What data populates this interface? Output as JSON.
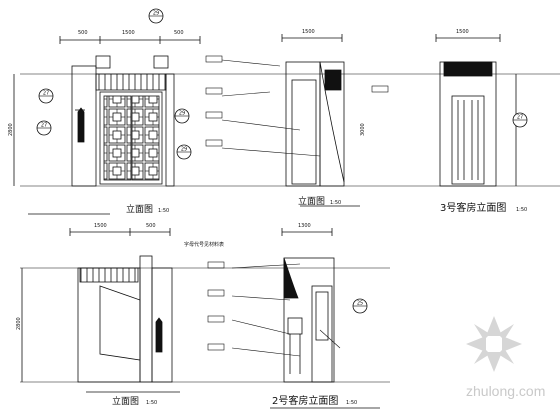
{
  "drawing": {
    "captions": [
      {
        "text": "立面图",
        "scale": "1:50"
      },
      {
        "text": "立面图",
        "scale": "1:50"
      },
      {
        "text": "3号客房立面图",
        "scale": "1:50"
      },
      {
        "text": "立面图",
        "scale": "1:50"
      },
      {
        "text": "2号客房立面图",
        "scale": "1:50"
      }
    ],
    "callouts": [
      "29",
      "29",
      "29",
      "27",
      "27",
      "27",
      "25"
    ],
    "dimensions": {
      "top_a": [
        "500",
        "1500",
        "500"
      ],
      "top_b": "1500",
      "top_c": "1500",
      "bottom_a": [
        "1500",
        "500"
      ],
      "bottom_b": "1300",
      "heights": [
        "2800",
        "3000",
        "2800"
      ]
    },
    "note_rows_count": 8,
    "materials_note": "字母代号见材料表"
  },
  "watermark": {
    "brand": "zhulong.com"
  },
  "colors": {
    "line": "#111111",
    "accent": "#d12a2a",
    "watermark": "#cfcfcf"
  }
}
